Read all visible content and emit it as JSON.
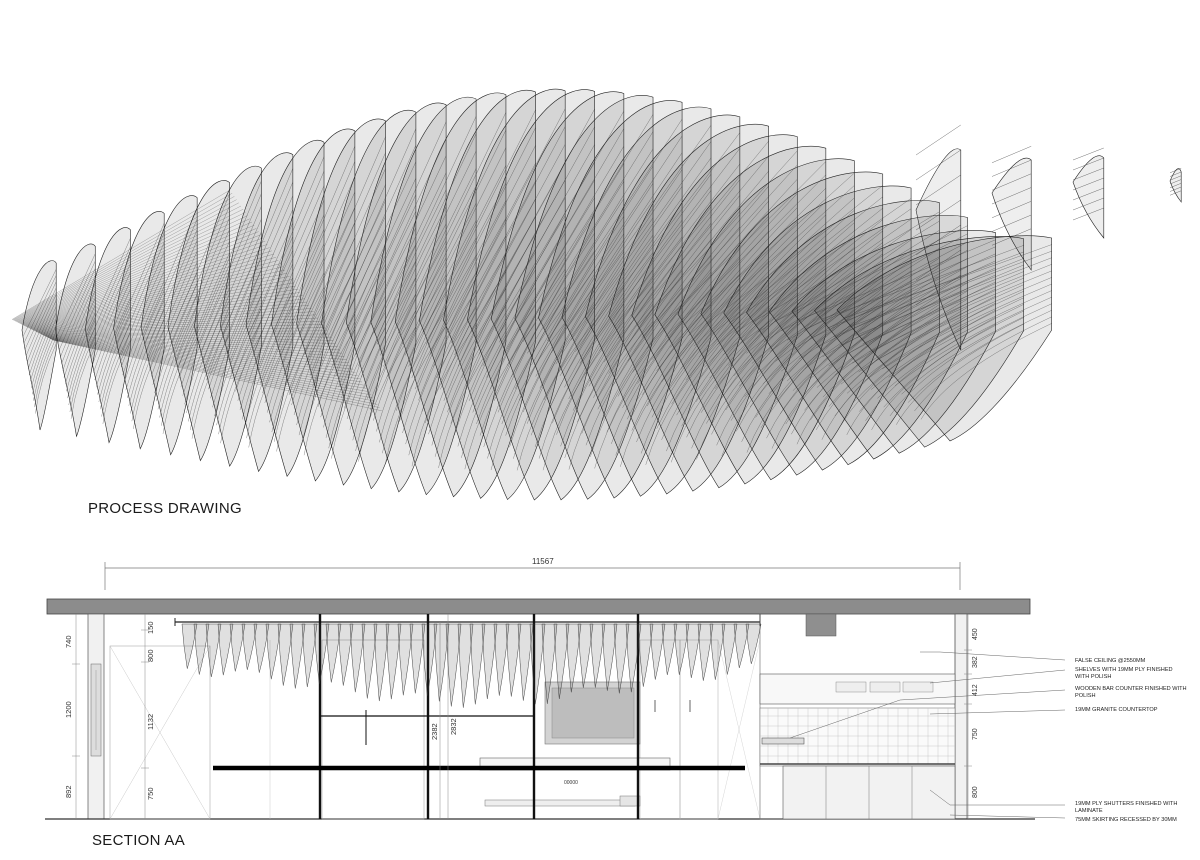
{
  "titles": {
    "process": "PROCESS DRAWING",
    "section": "SECTION AA"
  },
  "overall_dimension": "11567",
  "left_dims": [
    "740",
    "1200",
    "892"
  ],
  "col_dims": [
    "150",
    "800",
    "1132",
    "750"
  ],
  "center_dims": [
    "2382",
    "2832"
  ],
  "right_dims": [
    "450",
    "382",
    "412",
    "750",
    "800"
  ],
  "notes": [
    "FALSE CEILING @2550MM",
    "SHELVES WITH 19MM PLY FINISHED",
    "WITH POLISH",
    "WOODEN BAR COUNTER FINISHED WITH",
    "POLISH",
    "19MM GRANITE COUNTERTOP",
    "19MM PLY SHUTTERS FINISHED WITH",
    "LAMINATE",
    "75MM SKIRTING RECESSED BY 30MM"
  ],
  "counter_label": "00000"
}
